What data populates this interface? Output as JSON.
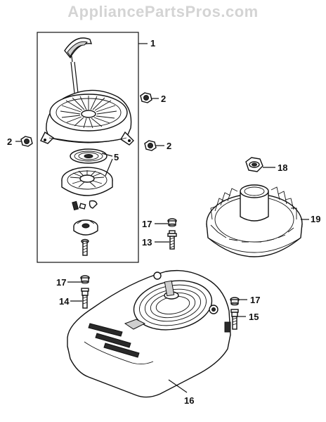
{
  "watermark": "AppliancePartsPros.com",
  "callouts": {
    "c1": "1",
    "c2a": "2",
    "c2b": "2",
    "c2c": "2",
    "c5": "5",
    "c13": "13",
    "c14": "14",
    "c15": "15",
    "c16": "16",
    "c17a": "17",
    "c17b": "17",
    "c17c": "17",
    "c18": "18",
    "c19": "19"
  }
}
